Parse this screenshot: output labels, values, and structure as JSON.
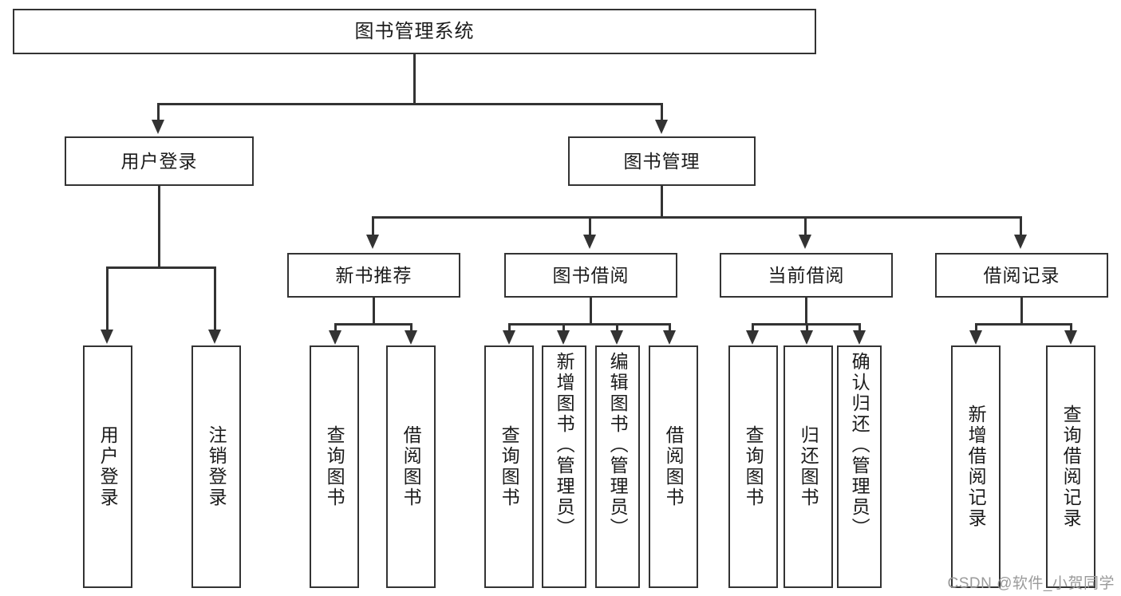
{
  "diagram": {
    "title": "图书管理系统",
    "type": "tree",
    "watermark": "CSDN @软件_小贺同学",
    "colors": {
      "box_border": "#333333",
      "box_fill": "#ffffff",
      "connector": "#333333",
      "text": "#1b1b1b",
      "watermark": "#9a9a9a",
      "background": "#ffffff"
    },
    "root": {
      "label": "图书管理系统"
    },
    "level2": [
      {
        "label": "用户登录"
      },
      {
        "label": "图书管理"
      }
    ],
    "level3": [
      {
        "label": "新书推荐"
      },
      {
        "label": "图书借阅"
      },
      {
        "label": "当前借阅"
      },
      {
        "label": "借阅记录"
      }
    ],
    "leaves": {
      "user_login": [
        {
          "label": "用户登录"
        },
        {
          "label": "注销登录"
        }
      ],
      "new_book": [
        {
          "label": "查询图书"
        },
        {
          "label": "借阅图书"
        }
      ],
      "borrow": [
        {
          "label": "查询图书"
        },
        {
          "label": "新增图书（管理员）"
        },
        {
          "label": "编辑图书（管理员）"
        },
        {
          "label": "借阅图书"
        }
      ],
      "current": [
        {
          "label": "查询图书"
        },
        {
          "label": "归还图书"
        },
        {
          "label": "确认归还（管理员）"
        }
      ],
      "records": [
        {
          "label": "新增借阅记录"
        },
        {
          "label": "查询借阅记录"
        }
      ]
    }
  }
}
